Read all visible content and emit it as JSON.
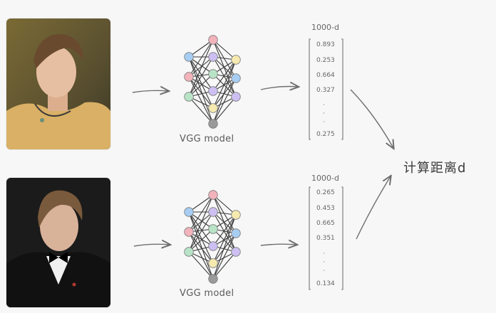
{
  "model": {
    "label_top": "VGG model",
    "label_bottom": "VGG model"
  },
  "vectors": [
    {
      "dimension": "1000-d",
      "values": [
        "0.893",
        "0.253",
        "0.664",
        "0.327",
        "·",
        "·",
        "·",
        "0.275"
      ]
    },
    {
      "dimension": "1000-d",
      "values": [
        "0.265",
        "0.453",
        "0.665",
        "0.351",
        "·",
        "·",
        "·",
        "0.134"
      ]
    }
  ],
  "result": {
    "label": "计算距离d"
  },
  "colors": {
    "node_blue": "#a7cdf2",
    "node_pink": "#f2b3bb",
    "node_green": "#b9e3c7",
    "node_purple": "#cdbff2",
    "node_yellow": "#f6eab0",
    "node_gray": "#9a9a9a",
    "line": "#6f6f6f"
  }
}
